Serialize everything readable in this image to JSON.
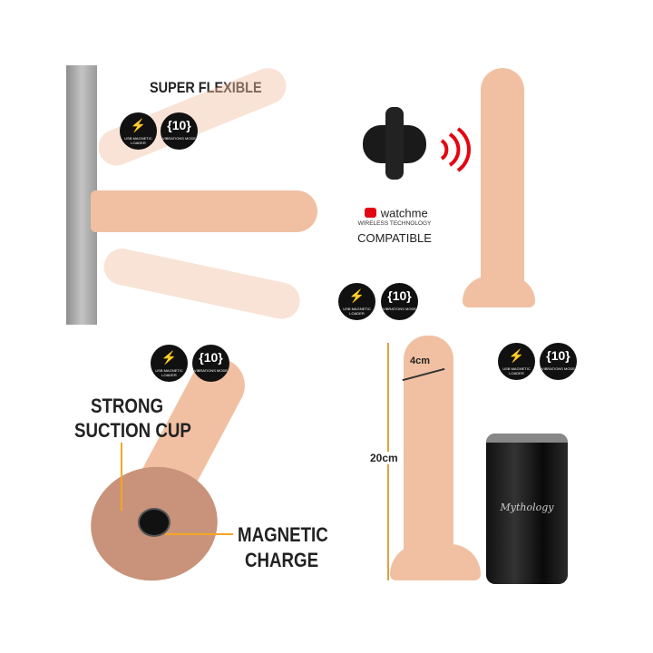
{
  "panel_flex": {
    "title": "SUPER FLEXIBLE"
  },
  "badges": {
    "usb": "USB MAGNETIC LOADER",
    "usb_glyph": "⚡",
    "vib": "VIBRATIONS MODE",
    "vib_glyph": "{10}"
  },
  "watch": {
    "brand": "watchme",
    "tech": "WIRELESS TECHNOLOGY",
    "compatible": "COMPATIBLE",
    "brand_color": "#e30613",
    "signal_color": "#e30613"
  },
  "suction": {
    "label_1": "STRONG",
    "label_2": "SUCTION CUP",
    "magnet_1": "MAGNETIC",
    "magnet_2": "CHARGE",
    "pointer_color": "#f5a623"
  },
  "dimensions": {
    "width": "4cm",
    "length": "20cm"
  },
  "can": {
    "logo": "Mythology"
  },
  "colors": {
    "product": "#f1c0a3",
    "wall": "#a8a8a8"
  }
}
